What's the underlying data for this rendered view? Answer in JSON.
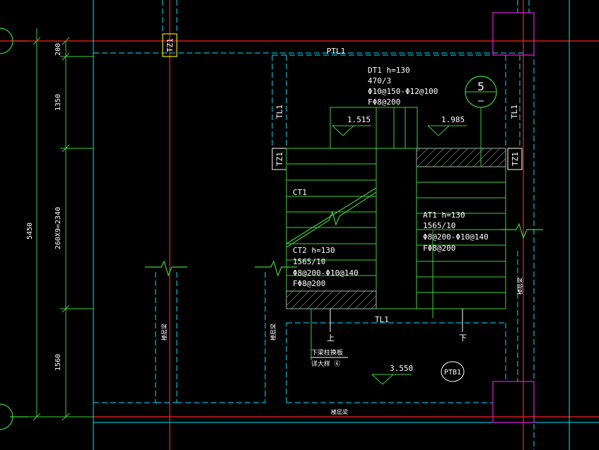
{
  "colors": {
    "background": "#000000",
    "cyan": "#00e5ff",
    "green": "#3cd23c",
    "red": "#ff2020",
    "white": "#ffffff",
    "magenta": "#e020e0",
    "yellow": "#e8e800",
    "hatch": "#b4b4b4"
  },
  "labels": {
    "ptl1": "PTL1",
    "tl1_left": "TL1",
    "tl1_right": "TL1",
    "tl1_bottom": "TL1",
    "tz1_top": "TZ1",
    "tz1_left": "TZ1",
    "tz1_right": "TZ1",
    "ct1": "CT1",
    "ptb1": "PTB1",
    "up_arrow": "上",
    "down_arrow": "下",
    "section_mark": "5",
    "layer_beam": "楼层梁"
  },
  "callouts": {
    "dt1": [
      "DT1 h=130",
      "470/3",
      "Φ10@150-Φ12@100",
      "FΦ8@200"
    ],
    "at1": [
      "AT1 h=130",
      "1565/10",
      "Φ8@200-Φ10@140",
      "FΦ8@200"
    ],
    "ct2": [
      "CT2 h=130",
      "1565/10",
      "Φ8@200-Φ10@140",
      "FΦ8@200"
    ],
    "note": [
      "下梁柱换板",
      "详大样 ⑥"
    ]
  },
  "elevations": {
    "e1": "1.515",
    "e2": "1.985",
    "e3": "3.550"
  },
  "dimensions": {
    "d200": "200",
    "d1350": "1350",
    "d2340": "260X9=2340",
    "d1560": "1560",
    "d5450": "5450"
  }
}
